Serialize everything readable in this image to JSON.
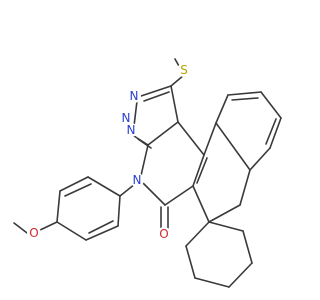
{
  "molecule": {
    "atom_labels": {
      "s_methylthio": "S",
      "n_triazole_top": "N",
      "n_triazole_left_top": "N",
      "n_triazole_left_bottom": "N",
      "n_amide": "N",
      "o_carbonyl": "O",
      "o_methoxy": "O"
    },
    "colors": {
      "bond": "#3a3a3a",
      "nitrogen": "#2a3fd0",
      "oxygen": "#d02a2a",
      "sulfur": "#b8a200"
    }
  }
}
